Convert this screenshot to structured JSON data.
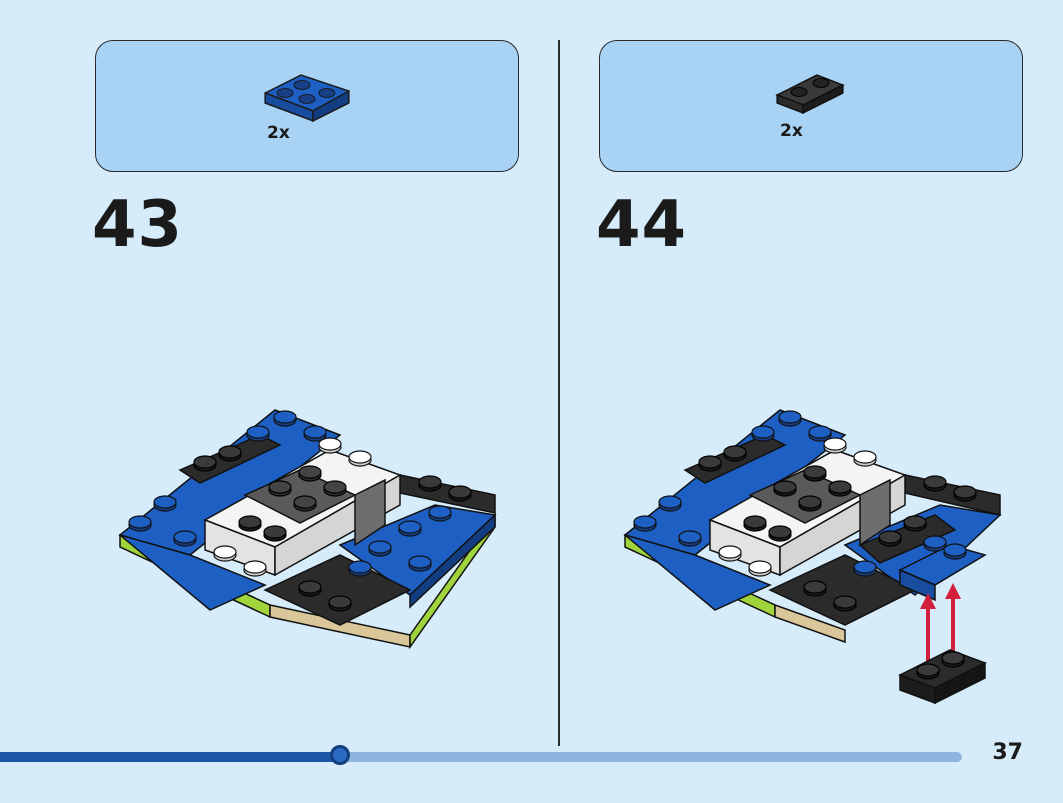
{
  "steps": [
    {
      "number": "43",
      "parts": [
        {
          "icon": "blue-corner-plate-2x2-icon",
          "quantity": "2x",
          "color": "#1e5fc4"
        }
      ]
    },
    {
      "number": "44",
      "parts": [
        {
          "icon": "black-plate-1x2-icon",
          "quantity": "2x",
          "color": "#2b2b2b"
        }
      ]
    }
  ],
  "footer": {
    "page_number": "37",
    "progress": 0.353
  },
  "colors": {
    "page_background": "#d6ecfb",
    "parts_box": "#a9d3f5",
    "lego_blue": "#1e5fc4",
    "lego_black": "#2b2b2b",
    "lego_white": "#f4f4f4",
    "lego_lime": "#9fd43c",
    "lego_tan": "#d9c79a",
    "lego_dark_gray": "#5a5a5a",
    "arrow_red": "#d3203a",
    "progress_fill": "#1d57a8",
    "progress_track": "#8fb4df"
  }
}
